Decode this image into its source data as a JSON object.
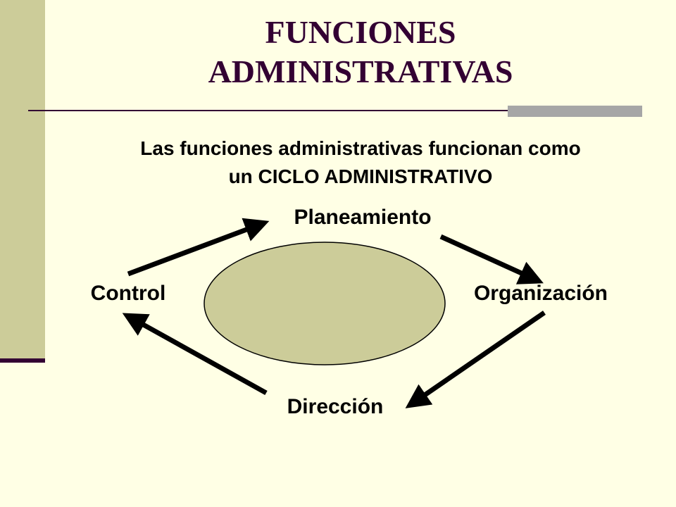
{
  "slide": {
    "title_line1": "FUNCIONES",
    "title_line2": "ADMINISTRATIVAS",
    "subtitle_line1": "Las funciones administrativas funcionan como",
    "subtitle_line2": "un CICLO ADMINISTRATIVO"
  },
  "cycle": {
    "nodes": [
      "Planeamiento",
      "Organización",
      "Dirección",
      "Control"
    ],
    "flow": "clockwise"
  },
  "colors": {
    "background": "#ffffe5",
    "accent_bar": "#cccc99",
    "title": "#330033",
    "ellipse_fill": "#cccc99",
    "rule_block": "#a6a6a6"
  }
}
